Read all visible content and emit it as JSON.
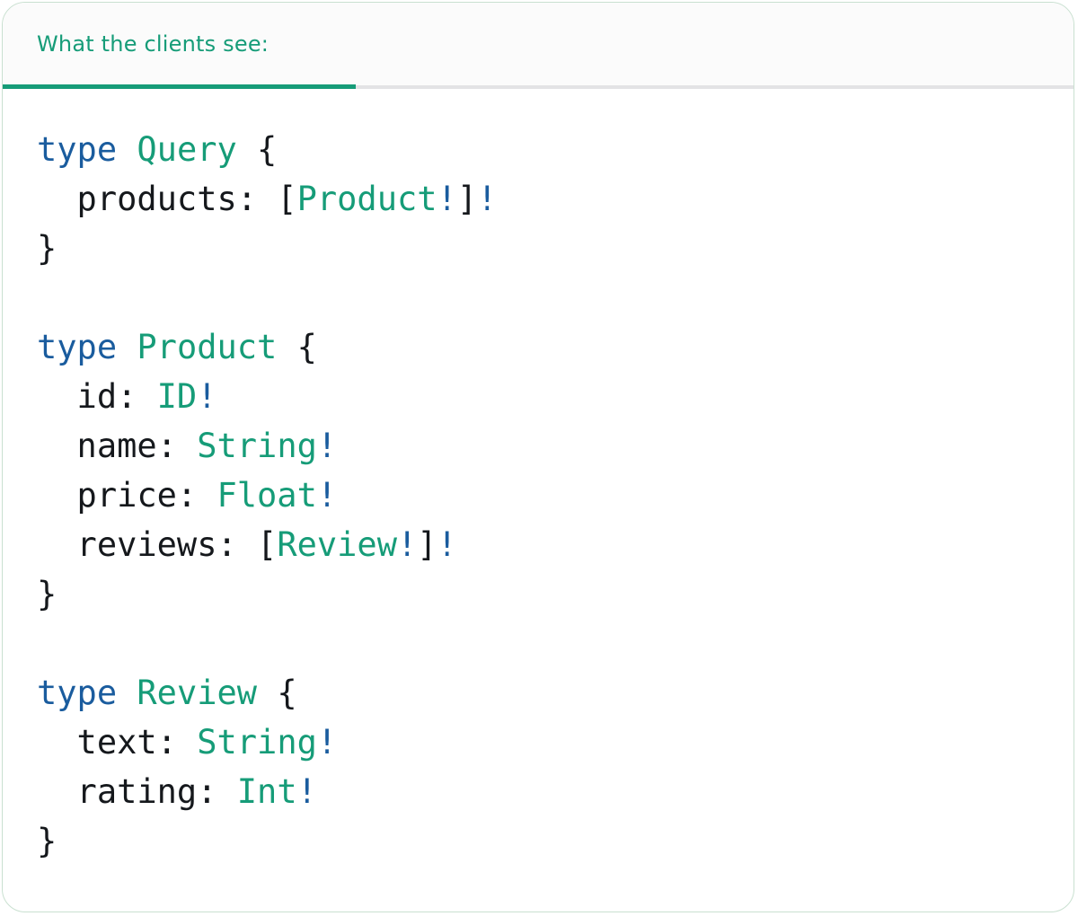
{
  "colors": {
    "accent_green": "#169c78",
    "keyword_blue": "#1a5c9e",
    "code_text": "#15181c",
    "divider_gray": "#e3e3e5",
    "header_bg": "#fbfbfb",
    "card_bg": "#ffffff",
    "card_border": "#c9e0d0"
  },
  "header": {
    "tab_label": "What the clients see:"
  },
  "code": {
    "language": "graphql",
    "lines": [
      [
        {
          "t": "type",
          "c": "kw"
        },
        {
          "t": " ",
          "c": "pl"
        },
        {
          "t": "Query",
          "c": "ty"
        },
        {
          "t": " {",
          "c": "pl"
        }
      ],
      [
        {
          "t": "  products: [",
          "c": "pl"
        },
        {
          "t": "Product",
          "c": "ty"
        },
        {
          "t": "!",
          "c": "kw"
        },
        {
          "t": "]",
          "c": "pl"
        },
        {
          "t": "!",
          "c": "kw"
        }
      ],
      [
        {
          "t": "}",
          "c": "pl"
        }
      ],
      [],
      [
        {
          "t": "type",
          "c": "kw"
        },
        {
          "t": " ",
          "c": "pl"
        },
        {
          "t": "Product",
          "c": "ty"
        },
        {
          "t": " {",
          "c": "pl"
        }
      ],
      [
        {
          "t": "  id: ",
          "c": "pl"
        },
        {
          "t": "ID",
          "c": "ty"
        },
        {
          "t": "!",
          "c": "kw"
        }
      ],
      [
        {
          "t": "  name: ",
          "c": "pl"
        },
        {
          "t": "String",
          "c": "ty"
        },
        {
          "t": "!",
          "c": "kw"
        }
      ],
      [
        {
          "t": "  price: ",
          "c": "pl"
        },
        {
          "t": "Float",
          "c": "ty"
        },
        {
          "t": "!",
          "c": "kw"
        }
      ],
      [
        {
          "t": "  reviews: [",
          "c": "pl"
        },
        {
          "t": "Review",
          "c": "ty"
        },
        {
          "t": "!",
          "c": "kw"
        },
        {
          "t": "]",
          "c": "pl"
        },
        {
          "t": "!",
          "c": "kw"
        }
      ],
      [
        {
          "t": "}",
          "c": "pl"
        }
      ],
      [],
      [
        {
          "t": "type",
          "c": "kw"
        },
        {
          "t": " ",
          "c": "pl"
        },
        {
          "t": "Review",
          "c": "ty"
        },
        {
          "t": " {",
          "c": "pl"
        }
      ],
      [
        {
          "t": "  text: ",
          "c": "pl"
        },
        {
          "t": "String",
          "c": "ty"
        },
        {
          "t": "!",
          "c": "kw"
        }
      ],
      [
        {
          "t": "  rating: ",
          "c": "pl"
        },
        {
          "t": "Int",
          "c": "ty"
        },
        {
          "t": "!",
          "c": "kw"
        }
      ],
      [
        {
          "t": "}",
          "c": "pl"
        }
      ]
    ]
  }
}
